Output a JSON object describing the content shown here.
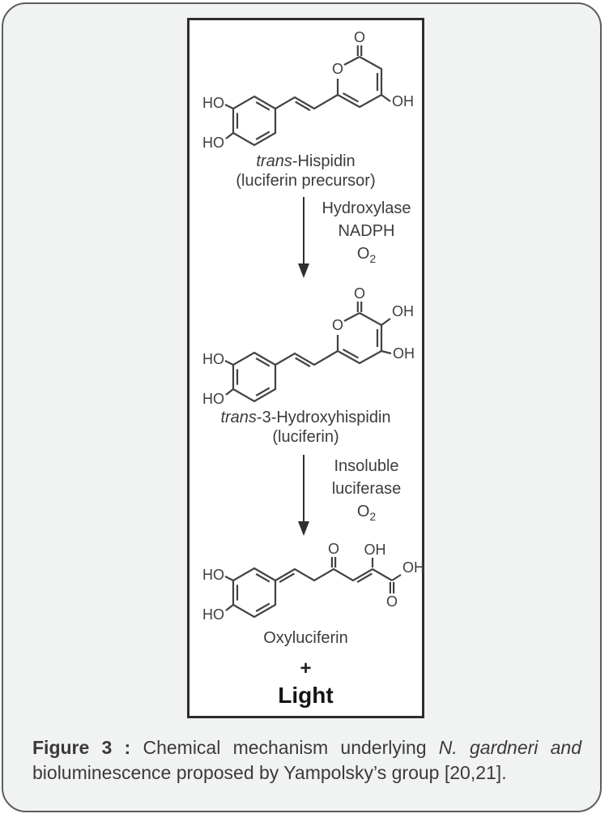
{
  "figure": {
    "mol1": {
      "title_italic": "trans",
      "title_rest": "-Hispidin",
      "subtitle": "(luciferin precursor)",
      "labels": {
        "ho_top": "HO",
        "ho_bottom": "HO",
        "o_carbonyl": "O",
        "o_ring": "O",
        "oh_c4": "OH"
      }
    },
    "arrow1": {
      "line1": "Hydroxylase",
      "line2": "NADPH",
      "o": "O",
      "o_sub": "2"
    },
    "mol2": {
      "title_italic": "trans",
      "title_rest": "-3-Hydroxyhispidin",
      "subtitle": "(luciferin)",
      "labels": {
        "ho_top": "HO",
        "ho_bottom": "HO",
        "o_carbonyl": "O",
        "o_ring": "O",
        "oh_c3": "OH",
        "oh_c4": "OH"
      }
    },
    "arrow2": {
      "line1": "Insoluble",
      "line2": "luciferase",
      "o": "O",
      "o_sub": "2"
    },
    "mol3": {
      "title": "Oxyluciferin",
      "plus": "+",
      "light": "Light",
      "labels": {
        "ho_top": "HO",
        "ho_bottom": "HO",
        "o_ketone": "O",
        "oh_enol": "OH",
        "oh_acid": "OH",
        "o_acid": "O"
      }
    }
  },
  "caption": {
    "label": "Figure 3 :",
    "text": "Chemical mechanism underlying",
    "species": "N. gardneri and",
    "line2": "bioluminescence proposed by Yampolsky’s group [20,21]."
  }
}
